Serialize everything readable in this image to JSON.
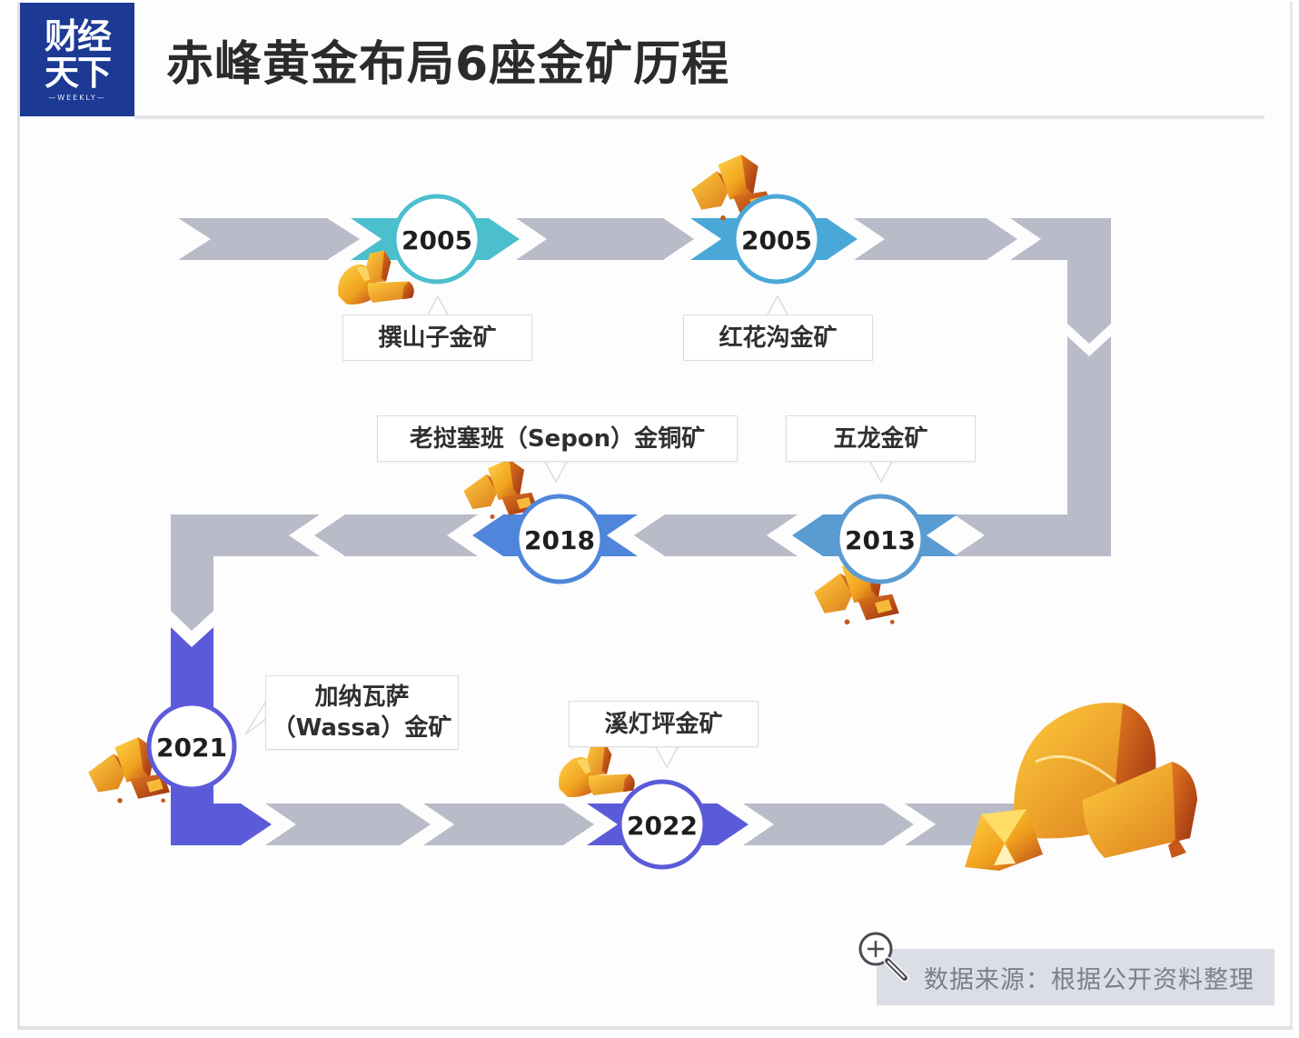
{
  "logo": {
    "line1": "财经",
    "line2": "天下",
    "subtitle": "—WEEKLY—"
  },
  "title": "赤峰黄金布局6座金矿历程",
  "colors": {
    "track": "#b9bcc8",
    "cyan": "#4bbfce",
    "sky": "#4aa8d8",
    "blue": "#4f86db",
    "steel": "#5a9bd2",
    "violet": "#5b5bd9",
    "logo_bg": "#1c3a94",
    "gold": "#f2a623"
  },
  "milestones": [
    {
      "year": "2005",
      "mine": "撰山子金矿"
    },
    {
      "year": "2005",
      "mine": "红花沟金矿"
    },
    {
      "year": "2013",
      "mine": "五龙金矿"
    },
    {
      "year": "2018",
      "mine": "老挝塞班（Sepon）金铜矿"
    },
    {
      "year": "2021",
      "mine_line1": "加纳瓦萨",
      "mine_line2": "（Wassa）金矿"
    },
    {
      "year": "2022",
      "mine": "溪灯坪金矿"
    }
  ],
  "source": {
    "icon": "zoom-in-icon",
    "text": "数据来源：根据公开资料整理"
  }
}
